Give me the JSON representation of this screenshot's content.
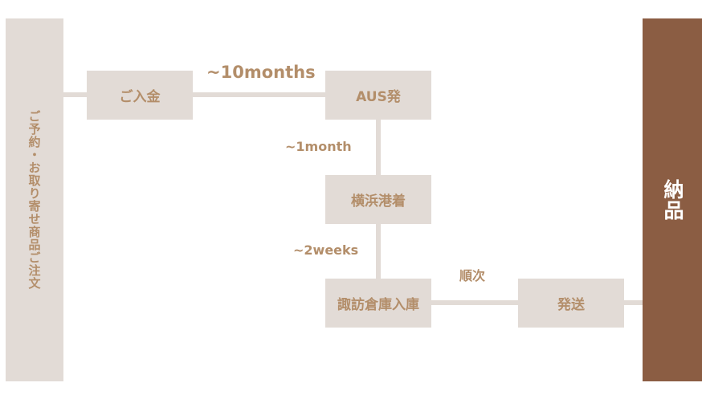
{
  "colors": {
    "box": "#e2dbd6",
    "text": "#b38e6a",
    "final": "#8b5d43"
  },
  "start_box": "ご予約・お取り寄せ商品ご注文",
  "nodes": {
    "payment": "ご入金",
    "depart": "AUS発",
    "arrive": "横浜港着",
    "warehouse": "諏訪倉庫入庫",
    "ship": "発送"
  },
  "edges": {
    "payment_to_depart": "~10months",
    "depart_to_arrive": "~1month",
    "arrive_to_warehouse": "~2weeks",
    "warehouse_to_ship": "順次"
  },
  "end_box": "納品"
}
